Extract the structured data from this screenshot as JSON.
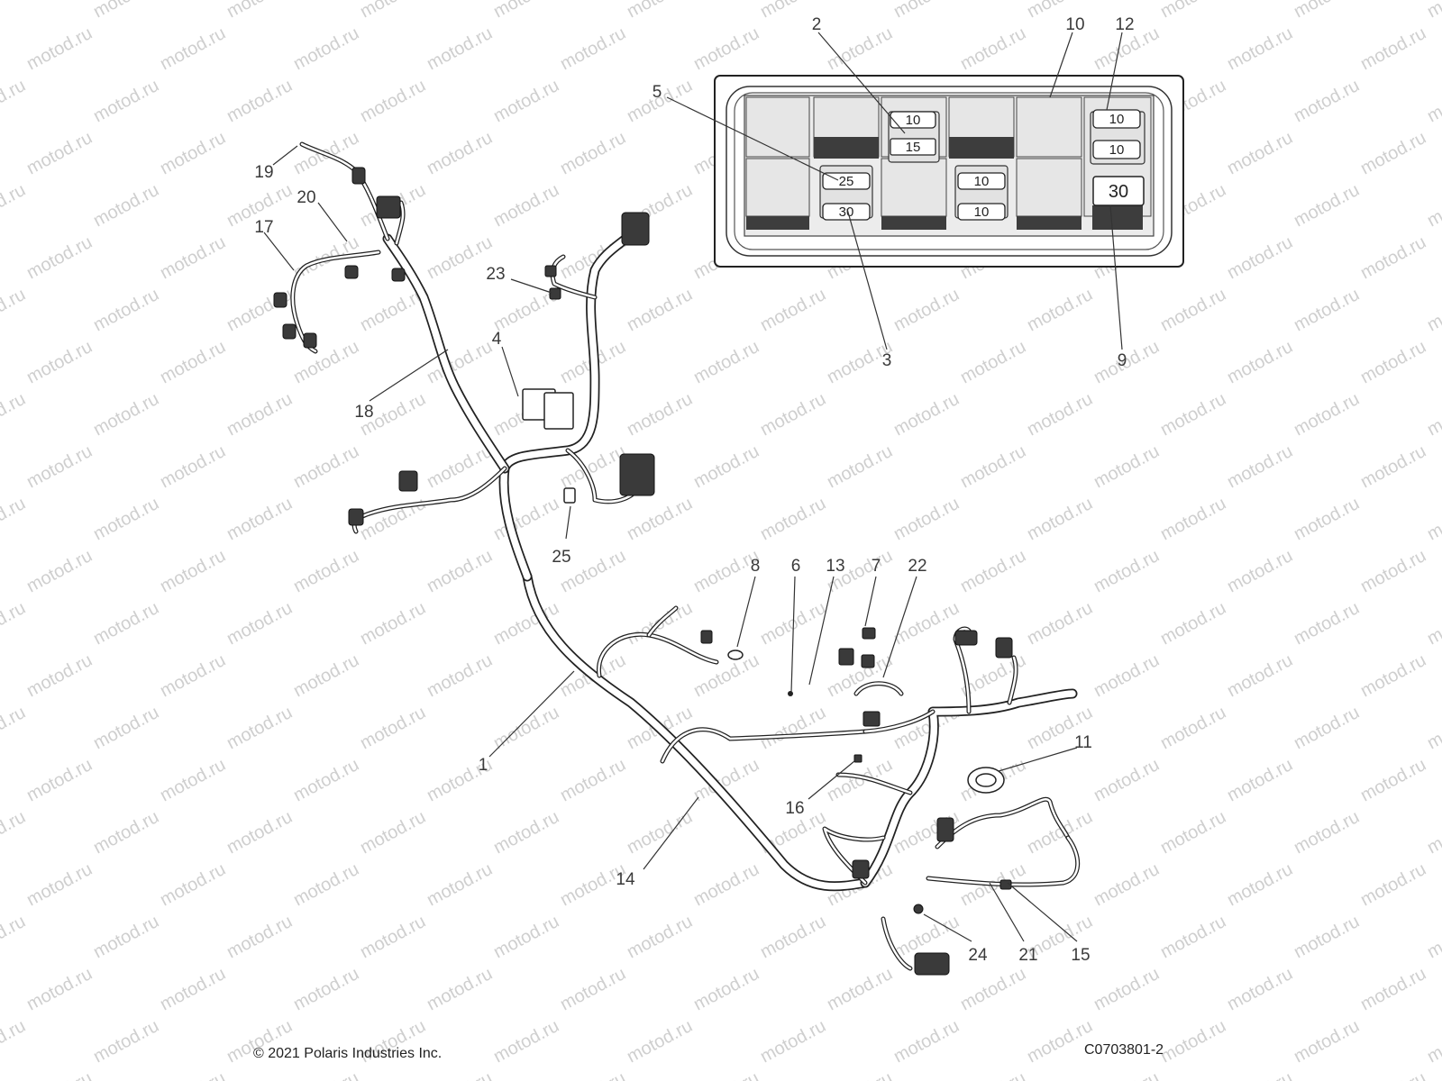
{
  "watermark": "motod.ru",
  "fuse_box": {
    "fuses": [
      {
        "id": "f10a",
        "rating": "10"
      },
      {
        "id": "f15",
        "rating": "15"
      },
      {
        "id": "f25",
        "rating": "25"
      },
      {
        "id": "f30a",
        "rating": "30"
      },
      {
        "id": "f10b",
        "rating": "10"
      },
      {
        "id": "f10c",
        "rating": "10"
      },
      {
        "id": "f10d",
        "rating": "10"
      },
      {
        "id": "f10e",
        "rating": "10"
      },
      {
        "id": "f30b",
        "rating": "30"
      }
    ]
  },
  "callouts": [
    "1",
    "2",
    "3",
    "4",
    "5",
    "6",
    "7",
    "8",
    "9",
    "10",
    "11",
    "12",
    "13",
    "14",
    "15",
    "16",
    "17",
    "18",
    "19",
    "20",
    "21",
    "22",
    "23",
    "24",
    "25"
  ],
  "footer": {
    "copyright": "© 2021 Polaris Industries Inc.",
    "part_code": "C0703801-2"
  }
}
